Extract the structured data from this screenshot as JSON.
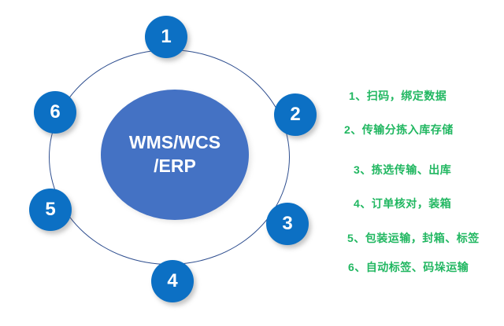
{
  "diagram": {
    "center": {
      "line1": "WMS/WCS",
      "line2": "/ERP"
    },
    "nodes": [
      {
        "label": "1"
      },
      {
        "label": "2"
      },
      {
        "label": "3"
      },
      {
        "label": "4"
      },
      {
        "label": "5"
      },
      {
        "label": "6"
      }
    ],
    "colors": {
      "node_fill": "#0c70c4",
      "center_fill": "#4472c4",
      "ring_stroke": "#2e4e8f",
      "legend_text": "#21b761",
      "number_text": "#ffffff"
    }
  },
  "legend": {
    "items": [
      {
        "text": "1、扫码，绑定数据"
      },
      {
        "text": "2、传输分拣入库存储"
      },
      {
        "text": "3、拣选传输、出库"
      },
      {
        "text": "4、订单核对，装箱"
      },
      {
        "text": "5、包装运输，封箱、标签"
      },
      {
        "text": "6、自动标签、码垛运输"
      }
    ]
  }
}
